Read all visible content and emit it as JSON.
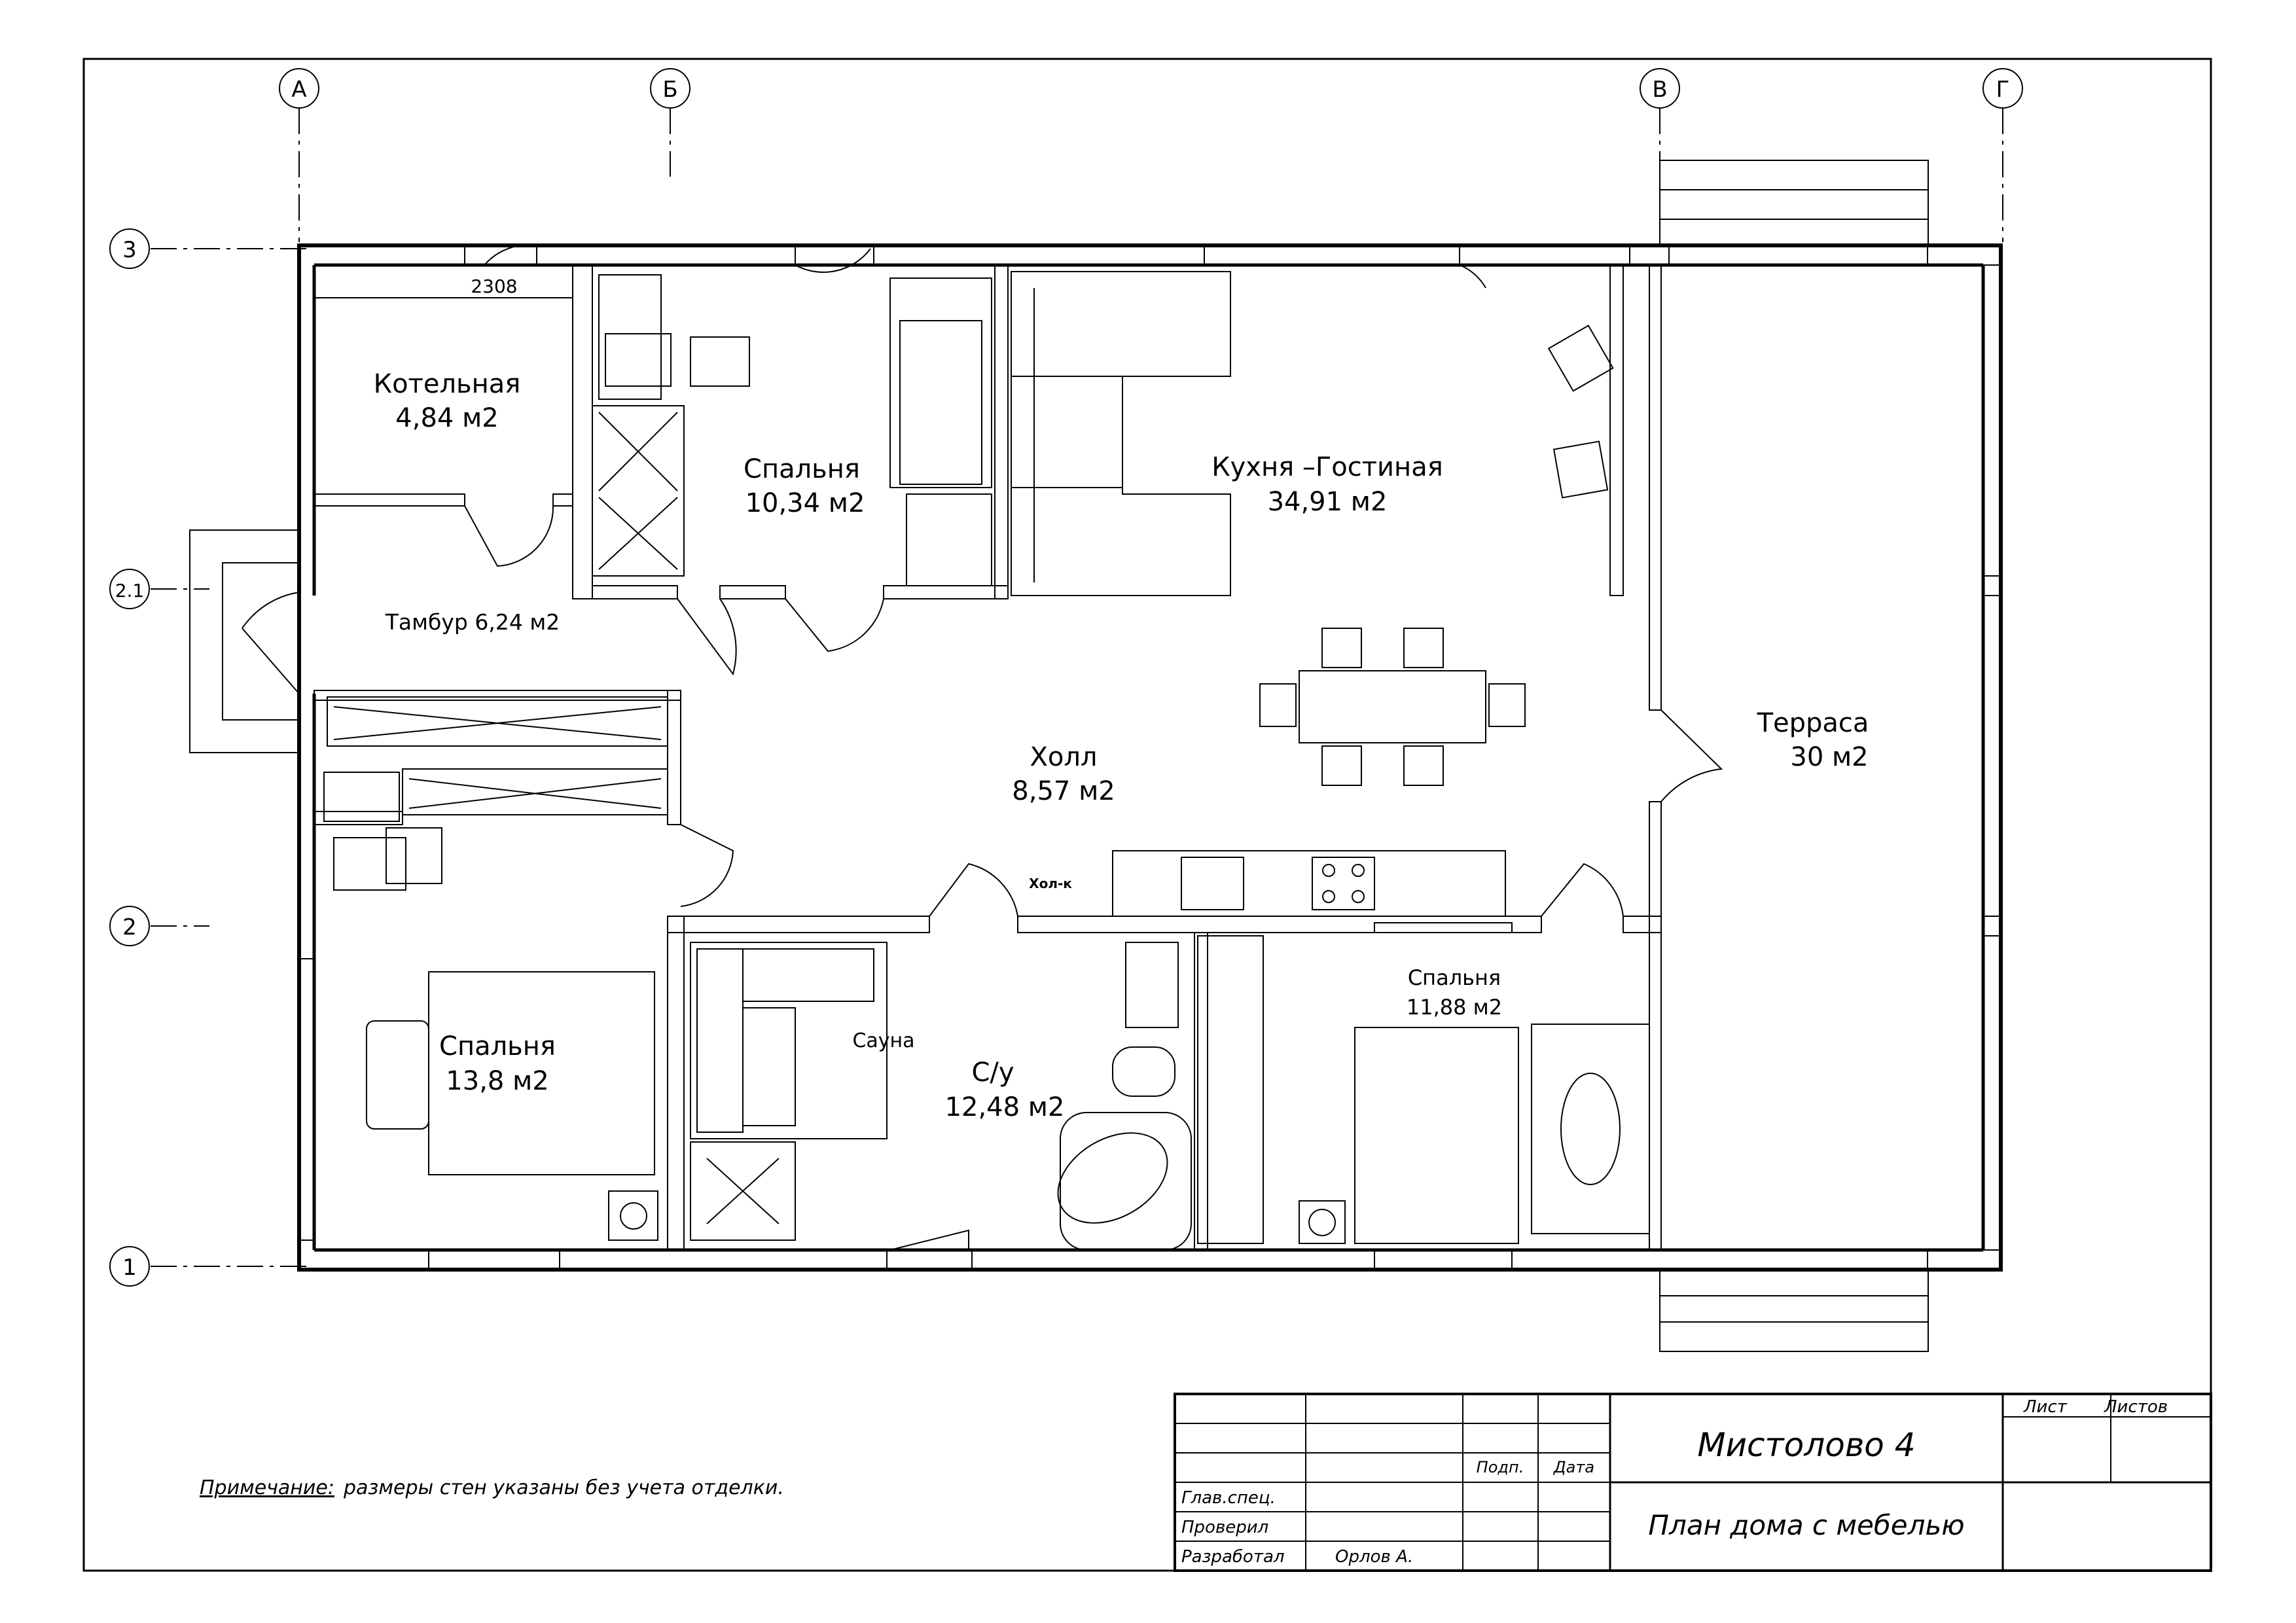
{
  "axes": {
    "letters": [
      "А",
      "Б",
      "В",
      "Г"
    ],
    "numbers": [
      "3",
      "2.1",
      "2",
      "1"
    ]
  },
  "dimension": "2308",
  "rooms": {
    "boiler": {
      "name": "Котельная",
      "area": "4,84 м2"
    },
    "bedroom1": {
      "name": "Спальня",
      "area": "10,34 м2"
    },
    "kitchen": {
      "name": "Кухня –Гостиная",
      "area": "34,91 м2"
    },
    "vestibule": {
      "name": "Тамбур 6,24 м2"
    },
    "hall": {
      "name": "Холл",
      "area": "8,57 м2"
    },
    "terrace": {
      "name": "Терраса",
      "area": "30 м2"
    },
    "bedroom2": {
      "name": "Спальня",
      "area": "13,8 м2"
    },
    "sauna": {
      "name": "Сауна"
    },
    "bathroom": {
      "name": "С/у",
      "area": "12,48 м2"
    },
    "bedroom3": {
      "name": "Спальня",
      "area": "11,88 м2"
    },
    "fridge": {
      "name": "Хол-к"
    }
  },
  "note": {
    "label": "Примечание:",
    "text": "размеры стен указаны без учета отделки."
  },
  "title_block": {
    "project": "Мистолово 4",
    "sheet_title": "План дома с мебелью",
    "sheet": "Лист",
    "sheets": "Листов",
    "sign": "Подп.",
    "date": "Дата",
    "roles": [
      "Глав.спец.",
      "Проверил",
      "Разработал"
    ],
    "author": "Орлов А."
  }
}
